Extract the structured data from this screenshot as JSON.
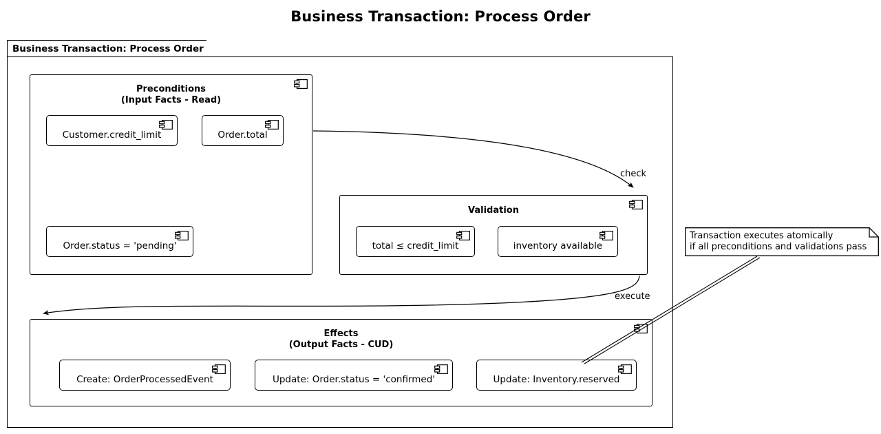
{
  "diagram": {
    "title": "Business Transaction: Process Order",
    "package_label": "Business Transaction: Process Order",
    "component_icon_name": "uml-component-icon"
  },
  "groups": {
    "preconditions": {
      "title": "Preconditions\n(Input Facts - Read)",
      "items": [
        {
          "label": "Customer.credit_limit"
        },
        {
          "label": "Order.total"
        },
        {
          "label": "Order.status = 'pending'"
        }
      ]
    },
    "validation": {
      "title": "Validation",
      "items": [
        {
          "label": "total ≤ credit_limit"
        },
        {
          "label": "inventory available"
        }
      ]
    },
    "effects": {
      "title": "Effects\n(Output Facts - CUD)",
      "items": [
        {
          "label": "Create: OrderProcessedEvent"
        },
        {
          "label": "Update: Order.status = 'confirmed'"
        },
        {
          "label": "Update: Inventory.reserved"
        }
      ]
    }
  },
  "edges": [
    {
      "label": "check",
      "from": "preconditions",
      "to": "validation"
    },
    {
      "label": "execute",
      "from": "validation",
      "to": "effects"
    }
  ],
  "note": {
    "text": "Transaction executes atomically\nif all preconditions and validations pass"
  },
  "colors": {
    "stroke": "#000000",
    "background": "#ffffff",
    "text": "#000000"
  }
}
